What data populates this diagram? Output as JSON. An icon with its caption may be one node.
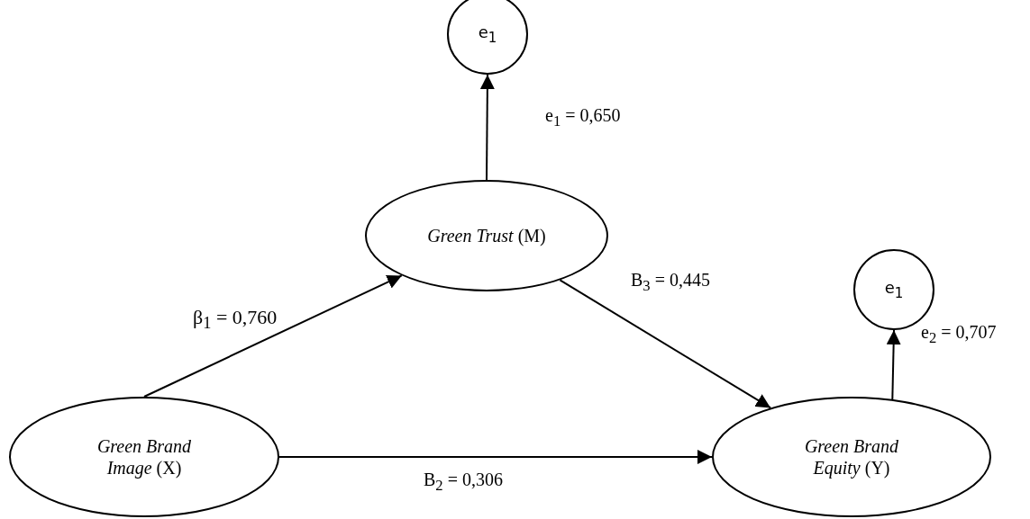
{
  "diagram": {
    "nodes": [
      {
        "text": [
          "e$_{1}$"
        ]
      },
      {
        "text": [
          "*Green Trust* (M)"
        ]
      },
      {
        "text": [
          "e$_{1}$"
        ]
      },
      {
        "text": [
          "*Green Brand Image* (X)"
        ]
      },
      {
        "text": [
          "*Green Brand Equity* (Y)"
        ]
      }
    ],
    "edges": [
      {
        "from": 1,
        "to": 0,
        "arrow": "to",
        "label": "e$_{1}$ = 0,650"
      },
      {
        "from": 3,
        "to": 1,
        "arrow": "to",
        "label": "β$_{1}$ = 0,760"
      },
      {
        "from": 1,
        "to": 4,
        "arrow": "to",
        "label": "B$_{3}$ = 0,445"
      },
      {
        "from": 4,
        "to": 2,
        "arrow": "to",
        "label": "e$_{2}$ = 0,707"
      },
      {
        "from": 3,
        "to": 4,
        "arrow": "to",
        "label": "B$_{2}$ = 0,306"
      }
    ]
  }
}
